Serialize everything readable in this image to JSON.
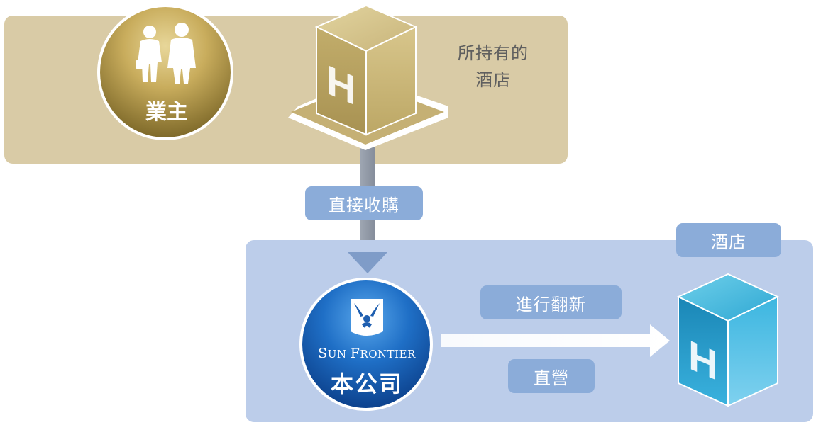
{
  "owner": {
    "label": "業主"
  },
  "owned_hotel": {
    "caption_line1": "所持有的",
    "caption_line2": "酒店",
    "icon_letter": "H"
  },
  "acquisition": {
    "label": "直接收購"
  },
  "company": {
    "label": "本公司",
    "brand_initial_1": "S",
    "brand_rest_1": "UN ",
    "brand_initial_2": "F",
    "brand_rest_2": "RONTIER"
  },
  "hotel": {
    "label": "酒店",
    "icon_letter": "H"
  },
  "renovation": {
    "label": "進行翻新"
  },
  "direct_operation": {
    "label": "直營"
  },
  "colors": {
    "owner_panel": "#d9cba6",
    "company_panel": "#bccdea",
    "pill": "#8bacd9",
    "gold_circle": "#a48a3e",
    "blue_circle": "#1c5fb0",
    "teal_cube": "#2b9fc8"
  }
}
